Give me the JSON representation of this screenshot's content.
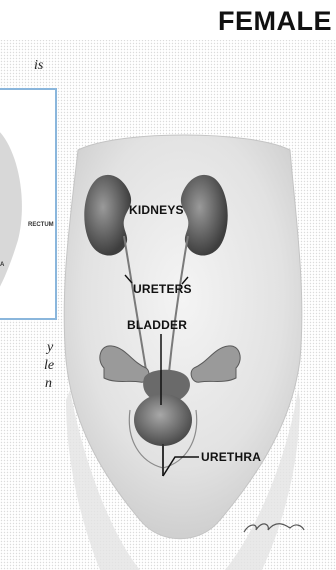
{
  "title": "FEMALE",
  "side_text": {
    "top_fragment": "is",
    "lower_lines": [
      "y",
      "le",
      "n"
    ]
  },
  "inset": {
    "labels": [
      "RECTUM",
      "A"
    ]
  },
  "labels": {
    "kidneys": "KIDNEYS",
    "ureters": "URETERS",
    "bladder": "BLADDER",
    "urethra": "URETHRA"
  },
  "colors": {
    "organ_dark": "#4a4a4a",
    "organ_mid": "#8c8c8c",
    "body_fill": "#e9e9e9",
    "inset_border": "#8ab6dc"
  }
}
